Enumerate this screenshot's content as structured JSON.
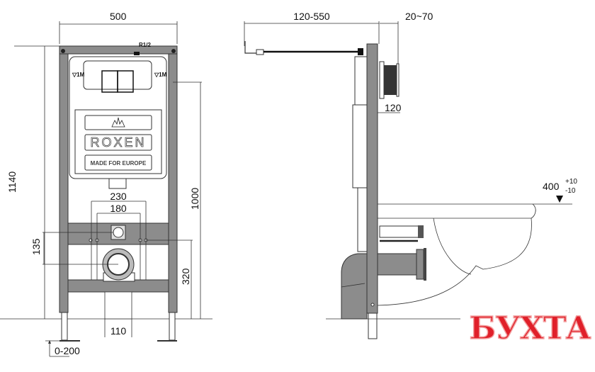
{
  "front_view": {
    "dims": {
      "width": "500",
      "height_total": "1140",
      "height_mount": "1000",
      "drain_height": "320",
      "drain_offset": "135",
      "bolt_spacing_outer": "230",
      "bolt_spacing_inner": "180",
      "pipe_width": "110",
      "leg_adjust": "0-200"
    },
    "labels": {
      "thread": "R1/2",
      "level_left": "▽1M",
      "level_right": "▽1M",
      "brand": "ROXEN",
      "tagline": "MADE FOR EUROPE"
    }
  },
  "side_view": {
    "dims": {
      "depth_range": "120-550",
      "wall_range": "20~70",
      "button_depth": "120",
      "seat_height": "400",
      "tol_plus": "+10",
      "tol_minus": "-10"
    }
  },
  "watermark": {
    "text": "БУХТА",
    "color": "#e0202a"
  },
  "colors": {
    "frame": "#8c8c8c",
    "line": "#333333"
  }
}
